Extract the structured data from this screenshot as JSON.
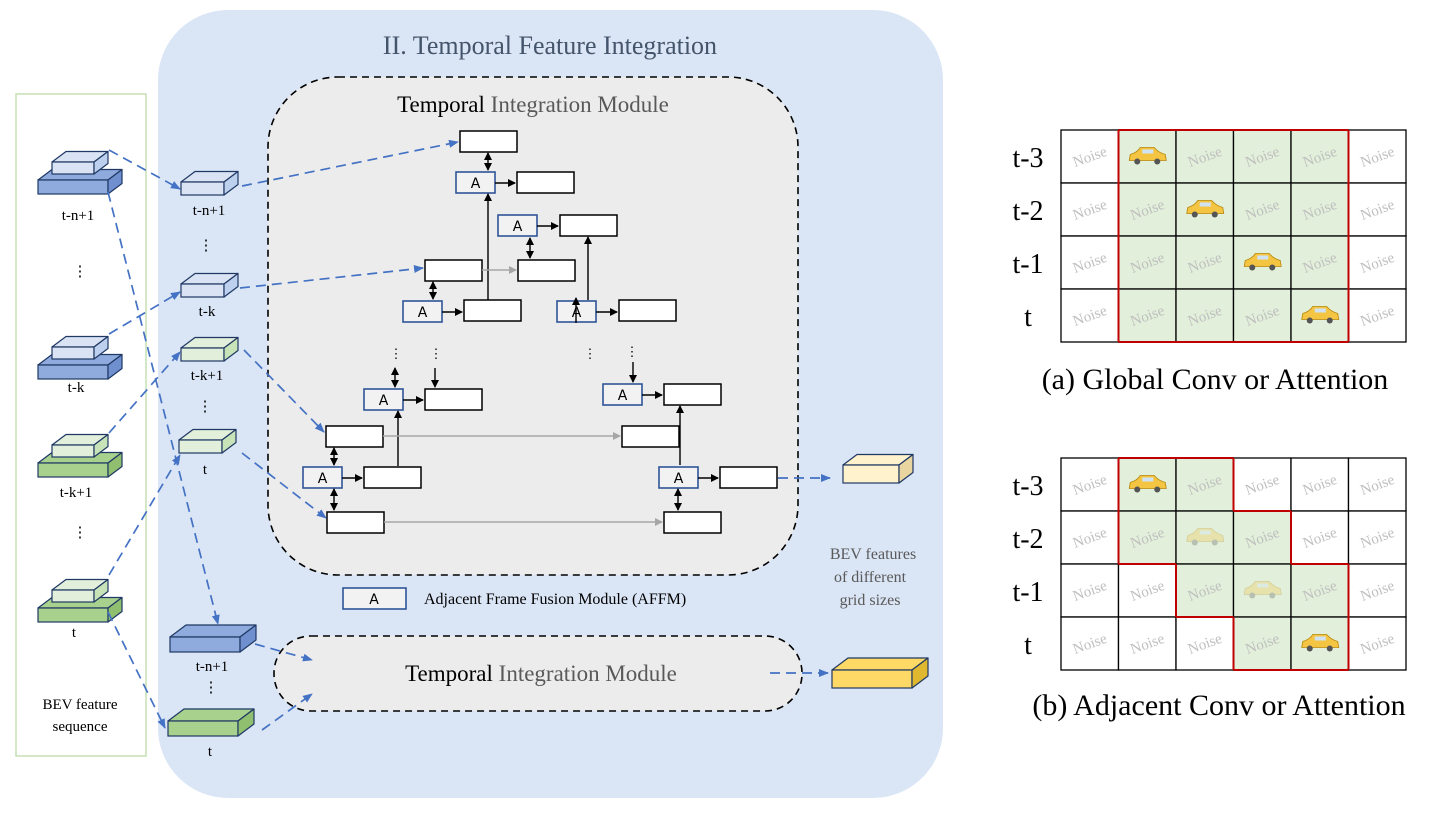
{
  "left_panel": {
    "frames": [
      "t-n+1",
      "⋮",
      "t-k",
      "t-k+1",
      "⋮",
      "t"
    ],
    "caption_line1": "BEV feature",
    "caption_line2": "sequence"
  },
  "middle_panel": {
    "title": "II. Temporal Feature Integration",
    "module_dark": "Temporal",
    "module_light": "Integration Module",
    "inputs_top": [
      "t-n+1",
      "⋮",
      "t-k",
      "t-k+1",
      "⋮",
      "t"
    ],
    "inputs_bottom": [
      "t-n+1",
      "⋮",
      "t"
    ],
    "affm_letter": "A",
    "affm_legend": "Adjacent Frame Fusion Module (AFFM)",
    "vdots": "⋮",
    "output_caption": [
      "BEV features",
      "of different",
      "grid sizes"
    ]
  },
  "grid_a": {
    "rows": [
      "t-3",
      "t-2",
      "t-1",
      "t"
    ],
    "noise_label": "Noise",
    "car_cells": [
      [
        0,
        1
      ],
      [
        1,
        2
      ],
      [
        2,
        3
      ],
      [
        3,
        4
      ]
    ],
    "highlight_cells": [
      [
        0,
        1
      ],
      [
        0,
        2
      ],
      [
        0,
        3
      ],
      [
        0,
        4
      ],
      [
        1,
        1
      ],
      [
        1,
        2
      ],
      [
        1,
        3
      ],
      [
        1,
        4
      ],
      [
        2,
        1
      ],
      [
        2,
        2
      ],
      [
        2,
        3
      ],
      [
        2,
        4
      ],
      [
        3,
        1
      ],
      [
        3,
        2
      ],
      [
        3,
        3
      ],
      [
        3,
        4
      ]
    ],
    "caption": "(a) Global Conv or Attention"
  },
  "grid_b": {
    "rows": [
      "t-3",
      "t-2",
      "t-1",
      "t"
    ],
    "noise_label": "Noise",
    "car_cells": [
      [
        0,
        1
      ],
      [
        3,
        4
      ]
    ],
    "faded_car_cells": [
      [
        1,
        2
      ],
      [
        2,
        3
      ]
    ],
    "highlight_cells": [
      [
        0,
        1
      ],
      [
        0,
        2
      ],
      [
        1,
        1
      ],
      [
        1,
        2
      ],
      [
        1,
        3
      ],
      [
        2,
        2
      ],
      [
        2,
        3
      ],
      [
        2,
        4
      ],
      [
        3,
        3
      ],
      [
        3,
        4
      ]
    ],
    "caption": "(b) Adjacent Conv or Attention"
  },
  "colors": {
    "panel_bg": "#dae5f5",
    "module_bg": "#ececec",
    "arrow_blue": "#4472c4",
    "blue_light": "#dae3f3",
    "blue_dark": "#8faadc",
    "green_light": "#e2efda",
    "green_dark": "#a9d18e",
    "yellow_light": "#fff2cc",
    "yellow_dark": "#ffd966",
    "highlight_fill": "#e2efda",
    "highlight_border": "#c00000"
  }
}
